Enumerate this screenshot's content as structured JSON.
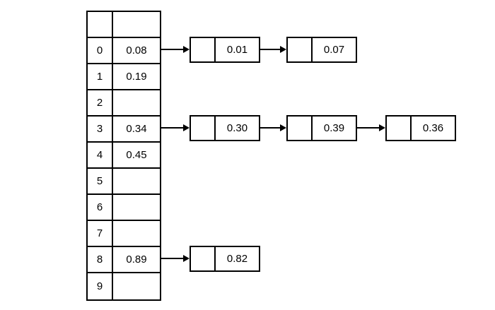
{
  "diagram_title": "hash-table-with-chaining",
  "colors": {
    "border": "#000000",
    "background": "#ffffff",
    "text": "#000000"
  },
  "table": {
    "header": {
      "index": "",
      "value": ""
    },
    "rows": [
      {
        "index": "0",
        "value": "0.08"
      },
      {
        "index": "1",
        "value": "0.19"
      },
      {
        "index": "2",
        "value": ""
      },
      {
        "index": "3",
        "value": "0.34"
      },
      {
        "index": "4",
        "value": "0.45"
      },
      {
        "index": "5",
        "value": ""
      },
      {
        "index": "6",
        "value": ""
      },
      {
        "index": "7",
        "value": ""
      },
      {
        "index": "8",
        "value": "0.89"
      },
      {
        "index": "9",
        "value": ""
      }
    ]
  },
  "chains": [
    {
      "from_index": "0",
      "nodes": [
        "0.01",
        "0.07"
      ]
    },
    {
      "from_index": "3",
      "nodes": [
        "0.30",
        "0.39",
        "0.36"
      ]
    },
    {
      "from_index": "8",
      "nodes": [
        "0.82"
      ]
    }
  ]
}
